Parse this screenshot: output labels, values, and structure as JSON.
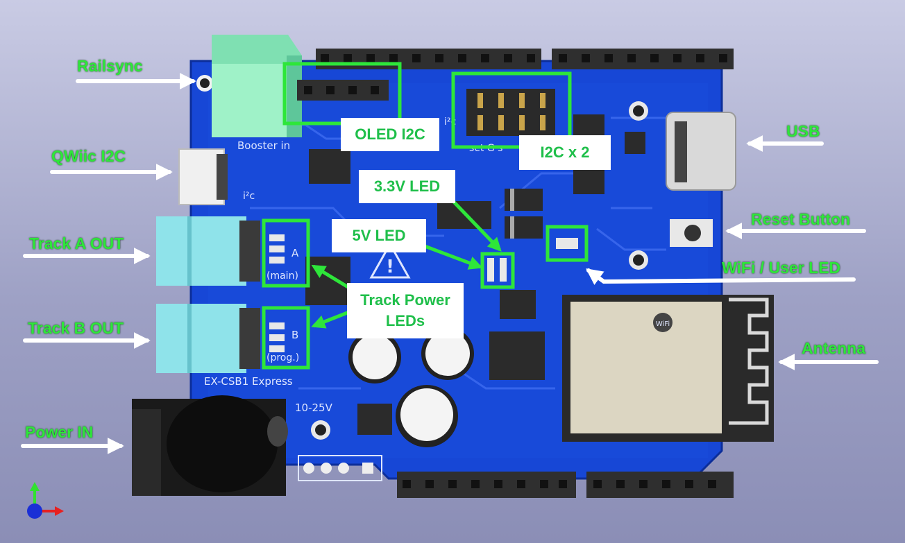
{
  "callouts": {
    "railsync": "Railsync",
    "qwiic": "QWiic I2C",
    "track_a": "Track A OUT",
    "track_b": "Track B OUT",
    "power_in": "Power IN",
    "usb": "USB",
    "reset": "Reset Button",
    "wifi_led": "WiFi / User LED",
    "antenna": "Antenna"
  },
  "boxes": {
    "oled": "OLED I2C",
    "i2c_x2": "I2C x 2",
    "led_33": "3.3V LED",
    "led_5v": "5V LED",
    "track_power_line1": "Track Power",
    "track_power_line2": "LEDs"
  },
  "silkscreen": {
    "booster": "Booster in",
    "i2c_left": "i²c",
    "i2c_top": "i²c",
    "set_label": "set G s",
    "a_label": "A",
    "main": "(main)",
    "b_label": "B",
    "prog": "(prog.)",
    "board_name": "EX-CSB1 Express",
    "voltage": "10-25V",
    "wifi_logo": "WiFi"
  },
  "colors": {
    "background": "#a4a7c9",
    "board": "#1747d6",
    "highlight": "#2ee63a",
    "label_text": "#2ee63a",
    "box_text": "#1fbf4a",
    "arrow": "#ffffff"
  }
}
